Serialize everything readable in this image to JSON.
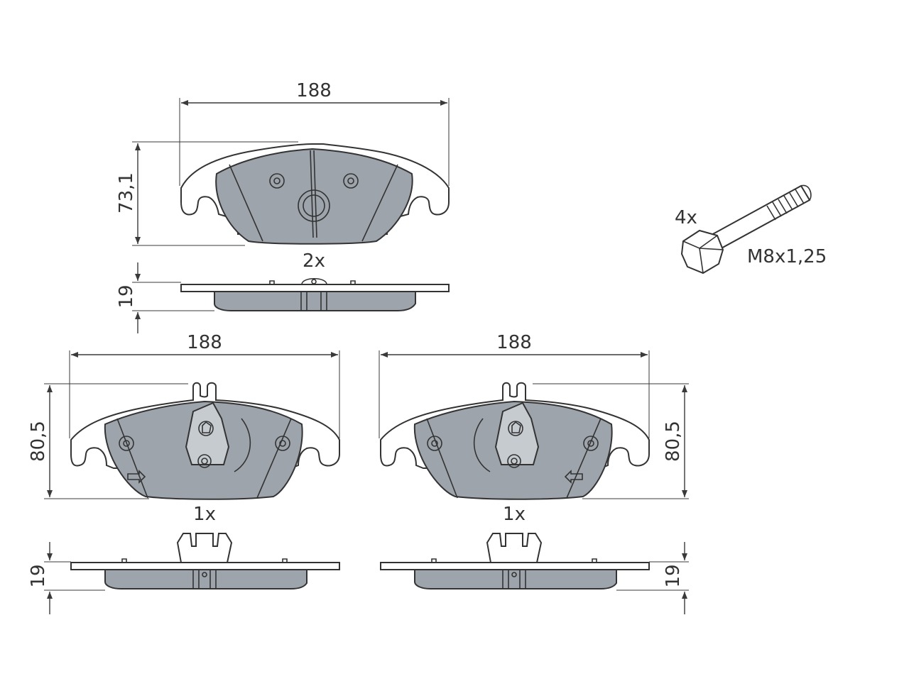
{
  "top_pad": {
    "width_label": "188",
    "height_label": "73,1",
    "quantity_label": "2x",
    "thickness_label": "19"
  },
  "bottom_left_pad": {
    "width_label": "188",
    "height_label": "80,5",
    "quantity_label": "1x",
    "thickness_label": "19"
  },
  "bottom_right_pad": {
    "width_label": "188",
    "height_label": "80,5",
    "quantity_label": "1x",
    "thickness_label": "19"
  },
  "bolt": {
    "quantity_label": "4x",
    "thread_label": "M8x1,25"
  },
  "colors": {
    "pad_fill": "#9da4ab",
    "line": "#333333"
  }
}
